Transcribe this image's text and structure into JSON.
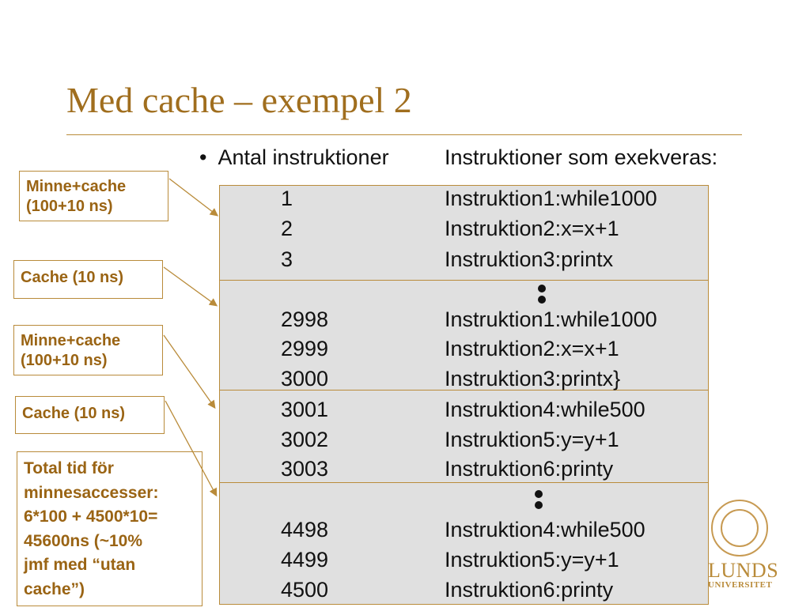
{
  "slide": {
    "title": "Med cache – exempel 2",
    "bullet": "•",
    "col_header_count": "Antal instruktioner",
    "col_header_exec": "Instruktioner som exekveras:",
    "groups": [
      {
        "rows": [
          {
            "n": "1",
            "ins": "Instruktion1:while1000"
          },
          {
            "n": "2",
            "ins": "Instruktion2:x=x+1"
          },
          {
            "n": "3",
            "ins": "Instruktion3:printx"
          }
        ]
      },
      {
        "rows": [
          {
            "n": "2998",
            "ins": "Instruktion1:while1000"
          },
          {
            "n": "2999",
            "ins": "Instruktion2:x=x+1"
          },
          {
            "n": "3000",
            "ins": "Instruktion3:printx}"
          }
        ]
      },
      {
        "rows": [
          {
            "n": "3001",
            "ins": "Instruktion4:while500"
          },
          {
            "n": "3002",
            "ins": "Instruktion5:y=y+1"
          },
          {
            "n": "3003",
            "ins": "Instruktion6:printy"
          }
        ]
      },
      {
        "rows": [
          {
            "n": "4498",
            "ins": "Instruktion4:while500"
          },
          {
            "n": "4499",
            "ins": "Instruktion5:y=y+1"
          },
          {
            "n": "4500",
            "ins": "Instruktion6:printy"
          }
        ]
      }
    ],
    "labels": [
      {
        "lines": [
          "Minne+cache",
          "(100+10 ns)"
        ]
      },
      {
        "lines": [
          "Cache (10 ns)"
        ]
      },
      {
        "lines": [
          "Minne+cache",
          "(100+10 ns)"
        ]
      },
      {
        "lines": [
          "Cache (10 ns)"
        ]
      },
      {
        "lines": [
          "Total tid för",
          "minnesaccesser:",
          "6*100 + 4500*10=",
          "45600ns (~10%",
          "jmf med “utan",
          "cache”)"
        ]
      }
    ],
    "logo": {
      "name": "LUNDS",
      "subtitle": "UNIVERSITET"
    },
    "colors": {
      "accent": "#a06e1e",
      "label_text": "#9a6414",
      "box_fill": "#e0e0e0"
    }
  }
}
